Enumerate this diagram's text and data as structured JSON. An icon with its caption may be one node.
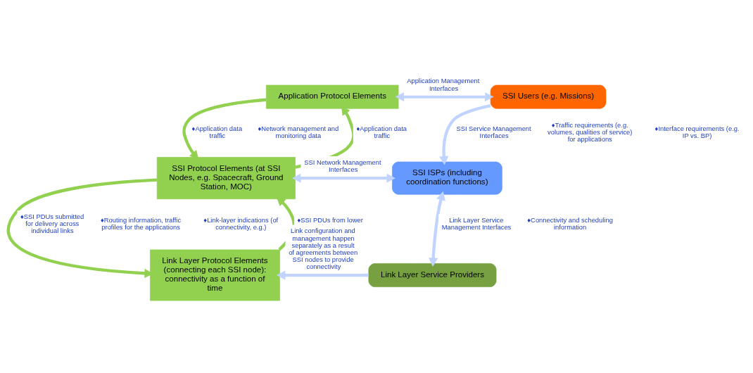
{
  "diagram": {
    "nodes": [
      {
        "text": [
          "Application Protocol Elements"
        ]
      },
      {
        "text": [
          "SSI Users (e.g. Missions)"
        ]
      },
      {
        "text": [
          "SSI Protocol Elements (at SSI Nodes, e.g. Spacecraft, Ground Station, MOC)"
        ]
      },
      {
        "text": [
          "SSI ISPs (including coordination functions)"
        ]
      },
      {
        "text": [
          "Link Layer Protocol Elements (connecting each SSI node): connectivity as a function of time"
        ]
      },
      {
        "text": [
          "Link Layer Service Providers"
        ]
      }
    ],
    "edges": [
      {
        "from": 0,
        "to": 1,
        "arrow": "both",
        "label": "Application Management Interfaces"
      },
      {
        "from": 2,
        "to": 0,
        "arrow": "to",
        "label": "♦Application data traffic",
        "color": "#92d050"
      },
      {
        "from": 0,
        "to": 2,
        "arrow": "to",
        "label": "♦Application data traffic",
        "color": "#92d050"
      },
      {
        "from": 1,
        "to": 3,
        "arrow": "to",
        "label": "SSI Service Management Interfaces"
      },
      {
        "from": 2,
        "to": 3,
        "arrow": "both",
        "label": "SSI Network Management Interfaces"
      },
      {
        "from": 4,
        "to": 2,
        "arrow": "to",
        "label": "♦SSI PDUs from lower layers",
        "color": "#92d050"
      },
      {
        "from": 2,
        "to": 4,
        "arrow": "to",
        "label": "♦SSI PDUs submitted for delivery across individual links",
        "color": "#92d050"
      },
      {
        "from": 3,
        "to": 5,
        "arrow": "both",
        "label": "Link Layer Service Management Interfaces"
      },
      {
        "from": 5,
        "to": 4,
        "arrow": "to",
        "label": "Link configuration and management happen separately as a result of agreements between SSI nodes to provide connectivity"
      }
    ],
    "labels": [
      "♦Traffic requirements (e.g. volumes, qualities of service) for applications",
      "♦Interface requirements (e.g. IP vs. BP)",
      "♦Network management and monitoring data",
      "♦Routing information, traffic profiles for the applications",
      "♦Link-layer indications (of connectivity, e.g.)",
      "♦Connectivity and scheduling information"
    ]
  }
}
